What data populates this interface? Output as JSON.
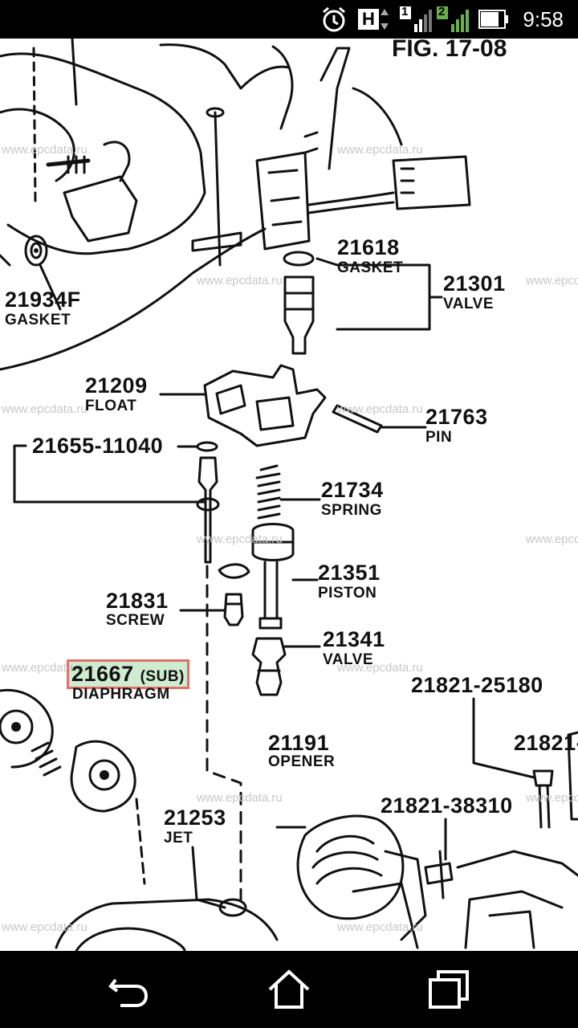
{
  "status_bar": {
    "time": "9:58",
    "network_letter": "H",
    "sim1": "1",
    "sim2": "2",
    "icons": [
      "alarm-icon",
      "network-type-icon",
      "signal-sim1-icon",
      "signal-sim2-icon",
      "battery-icon"
    ]
  },
  "diagram": {
    "figure": "FIG. 17-08",
    "watermark": "www.epcdata.ru",
    "parts": {
      "p21934f": {
        "number": "21934F",
        "name": "GASKET"
      },
      "p21618": {
        "number": "21618",
        "name": "GASKET"
      },
      "p21301": {
        "number": "21301",
        "name": "VALVE"
      },
      "p21209": {
        "number": "21209",
        "name": "FLOAT"
      },
      "p21763": {
        "number": "21763",
        "name": "PIN"
      },
      "p21655": {
        "number": "21655-11040"
      },
      "p21734": {
        "number": "21734",
        "name": "SPRING"
      },
      "p21351": {
        "number": "21351",
        "name": "PISTON"
      },
      "p21831": {
        "number": "21831",
        "name": "SCREW"
      },
      "p21341": {
        "number": "21341",
        "name": "VALVE"
      },
      "p21667": {
        "number": "21667",
        "suffix": "(SUB)",
        "name": "DIAPHRAGM"
      },
      "p21821a": {
        "number": "21821-25180"
      },
      "p21821b": {
        "number": "21821-"
      },
      "p21191": {
        "number": "21191",
        "name": "OPENER"
      },
      "p21821c": {
        "number": "21821-38310"
      },
      "p21253": {
        "number": "21253",
        "name": "JET"
      }
    }
  },
  "nav_bar": {
    "buttons": [
      "back-icon",
      "home-icon",
      "recents-icon"
    ]
  }
}
